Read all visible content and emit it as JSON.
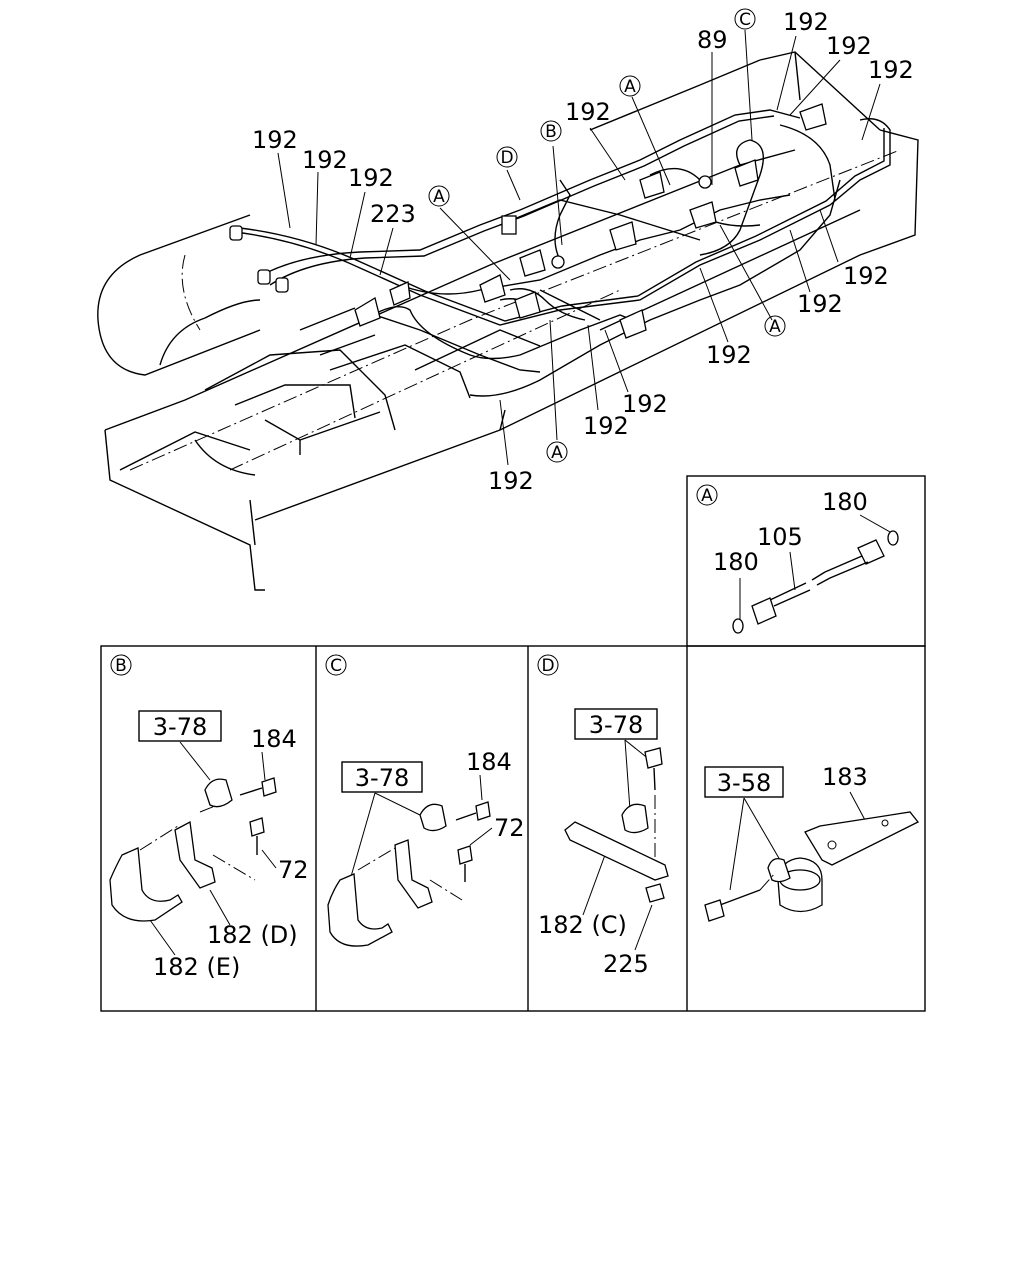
{
  "main_view": {
    "callouts": {
      "c1": "192",
      "c2": "192",
      "c3": "192",
      "c4": "223",
      "c5": "192",
      "c6": "89",
      "c7": "192",
      "c8": "192",
      "c9": "192",
      "c10": "192",
      "c11": "192",
      "c12": "192",
      "c13": "192",
      "c14": "192",
      "c15": "192",
      "c16": "192"
    },
    "refs": {
      "r1": "A",
      "r2": "B",
      "r3": "D",
      "r4": "A",
      "r5": "C",
      "r6": "A",
      "r7": "A"
    }
  },
  "detail_a": {
    "ref": "A",
    "labels": {
      "washer_top": "180",
      "pipe": "105",
      "washer_bottom": "180"
    }
  },
  "detail_b": {
    "ref": "B",
    "box_ref": "3-78",
    "labels": {
      "bolt": "184",
      "bolt2": "72",
      "bracket_d": "182 (D)",
      "bracket_e": "182 (E)"
    }
  },
  "detail_c": {
    "ref": "C",
    "box_ref": "3-78",
    "labels": {
      "bolt": "184",
      "bolt2": "72"
    }
  },
  "detail_d": {
    "ref": "D",
    "box_ref": "3-78",
    "labels": {
      "bracket": "182 (C)",
      "nut": "225"
    }
  },
  "detail_e": {
    "box_ref": "3-58",
    "labels": {
      "bracket": "183"
    }
  }
}
